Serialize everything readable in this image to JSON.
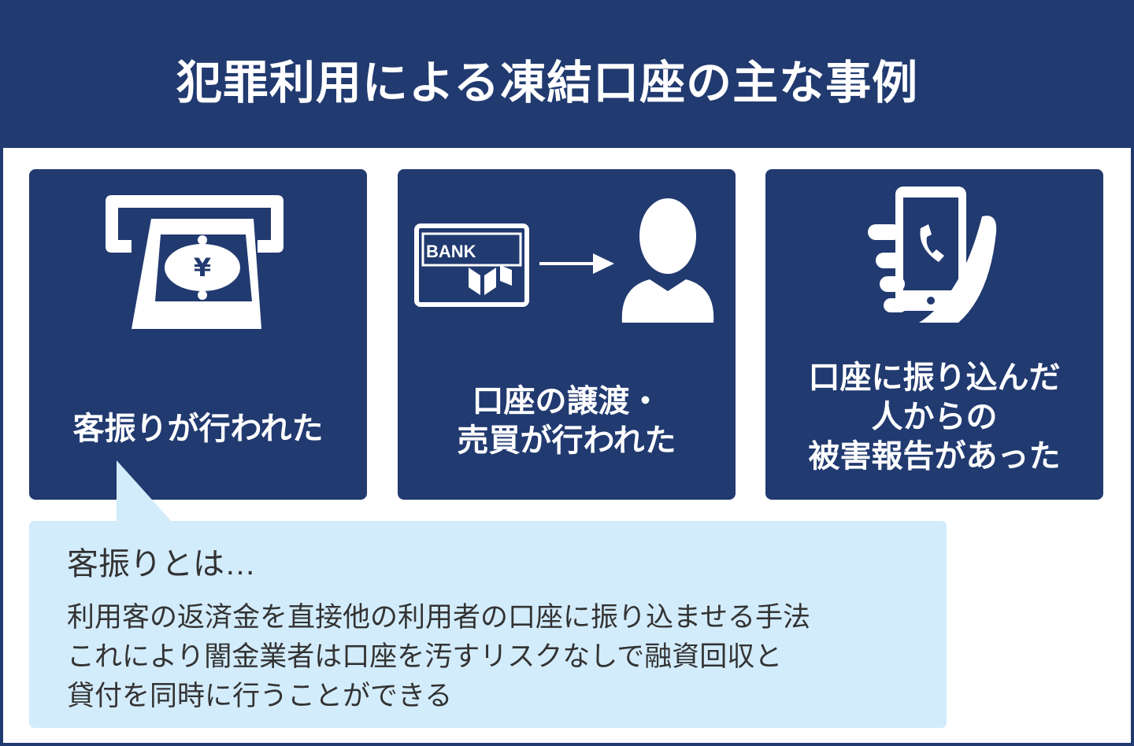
{
  "title": "犯罪利用による凍結口座の主な事例",
  "colors": {
    "navy": "#213a70",
    "light_blue": "#d3ecfc"
  },
  "cards": [
    {
      "icon": "atm-cash-icon",
      "lines": [
        "客振りが行われた"
      ]
    },
    {
      "icon": "bank-book-to-person-icon",
      "bank_text": "BANK",
      "lines": [
        "口座の譲渡・",
        "売買が行われた"
      ]
    },
    {
      "icon": "hand-phone-icon",
      "lines": [
        "口座に振り込んだ",
        "人からの",
        "被害報告があった"
      ]
    }
  ],
  "note": {
    "title": "客振りとは…",
    "lines": [
      "利用客の返済金を直接他の利用者の口座に振り込ませる手法",
      "これにより闇金業者は口座を汚すリスクなしで融資回収と",
      "貸付を同時に行うことができる"
    ]
  }
}
